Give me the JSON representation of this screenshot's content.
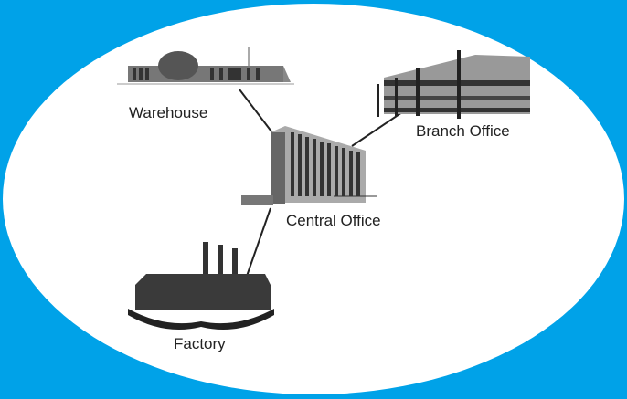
{
  "title": "Office network diagram",
  "nodes": {
    "warehouse": "Warehouse",
    "branch": "Branch Office",
    "central": "Central Office",
    "factory": "Factory"
  },
  "colors": {
    "background": "#00a2e8",
    "ellipse": "#ffffff",
    "line": "#222222"
  }
}
